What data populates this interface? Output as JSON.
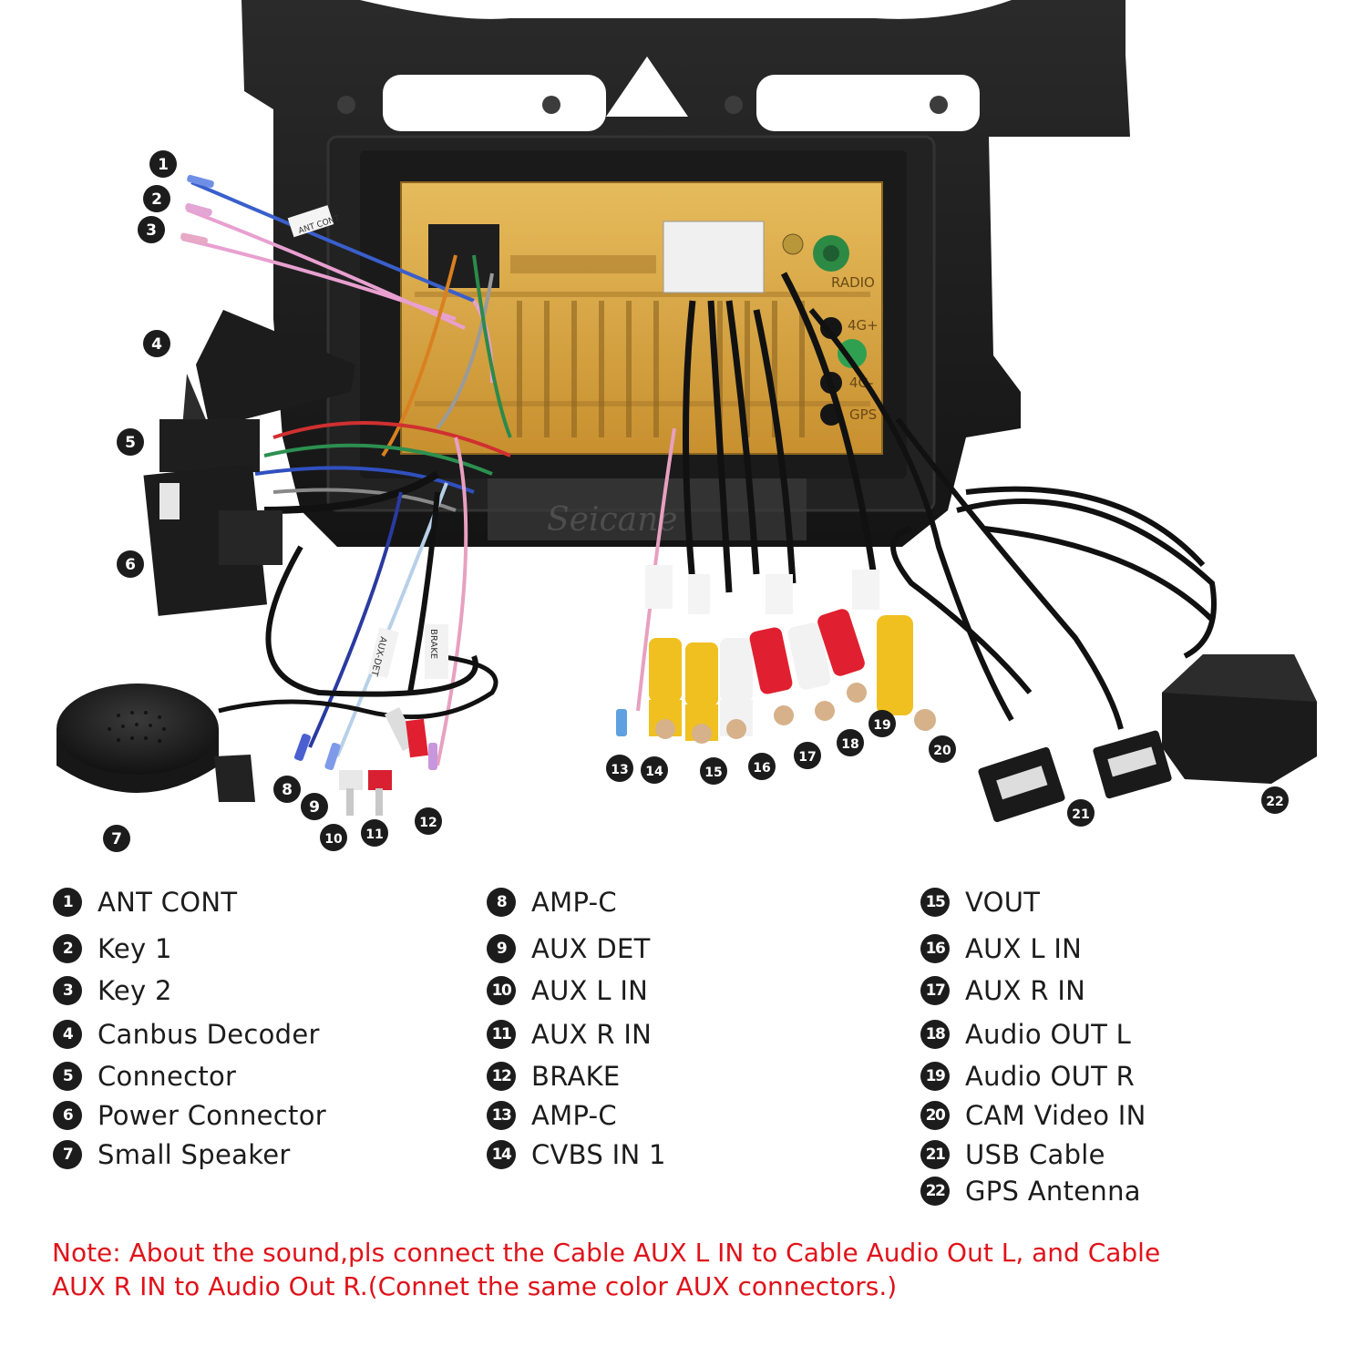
{
  "diagram": {
    "unit_ports": [
      "RADIO",
      "4G+",
      "4G-",
      "GPS"
    ],
    "ant_label": "ANT CONT",
    "brand_watermark": "Seicane",
    "cable_tags": [
      "AUX-DET",
      "BRAKE"
    ]
  },
  "callouts": [
    "1",
    "2",
    "3",
    "4",
    "5",
    "6",
    "7",
    "8",
    "9",
    "10",
    "11",
    "12",
    "13",
    "14",
    "15",
    "16",
    "17",
    "18",
    "19",
    "20",
    "21",
    "22"
  ],
  "legend": [
    {
      "num": "1",
      "label": "ANT CONT"
    },
    {
      "num": "2",
      "label": "Key 1"
    },
    {
      "num": "3",
      "label": "Key 2"
    },
    {
      "num": "4",
      "label": "Canbus Decoder"
    },
    {
      "num": "5",
      "label": "Connector"
    },
    {
      "num": "6",
      "label": "Power Connector"
    },
    {
      "num": "7",
      "label": "Small Speaker"
    },
    {
      "num": "8",
      "label": "AMP-C"
    },
    {
      "num": "9",
      "label": "AUX DET"
    },
    {
      "num": "10",
      "label": "AUX L IN"
    },
    {
      "num": "11",
      "label": "AUX R IN"
    },
    {
      "num": "12",
      "label": "BRAKE"
    },
    {
      "num": "13",
      "label": "AMP-C"
    },
    {
      "num": "14",
      "label": "CVBS IN 1"
    },
    {
      "num": "15",
      "label": "VOUT"
    },
    {
      "num": "16",
      "label": "AUX L IN"
    },
    {
      "num": "17",
      "label": "AUX R IN"
    },
    {
      "num": "18",
      "label": "Audio OUT L"
    },
    {
      "num": "19",
      "label": "Audio OUT R"
    },
    {
      "num": "20",
      "label": "CAM Video IN"
    },
    {
      "num": "21",
      "label": "USB Cable"
    },
    {
      "num": "22",
      "label": "GPS Antenna"
    }
  ],
  "note": {
    "line1": "Note: About the sound,pls connect the Cable AUX L IN to Cable Audio Out L, and Cable",
    "line2": "AUX R IN to  Audio Out R.(Connet the same color AUX connectors.)",
    "color": "#e0121a"
  },
  "colors": {
    "housing": "#d9a84a",
    "frame": "#1e1e1e",
    "cable": "#111111",
    "rca_yellow": "#f0c020",
    "rca_red": "#e02030",
    "rca_white": "#f2f2f2"
  }
}
